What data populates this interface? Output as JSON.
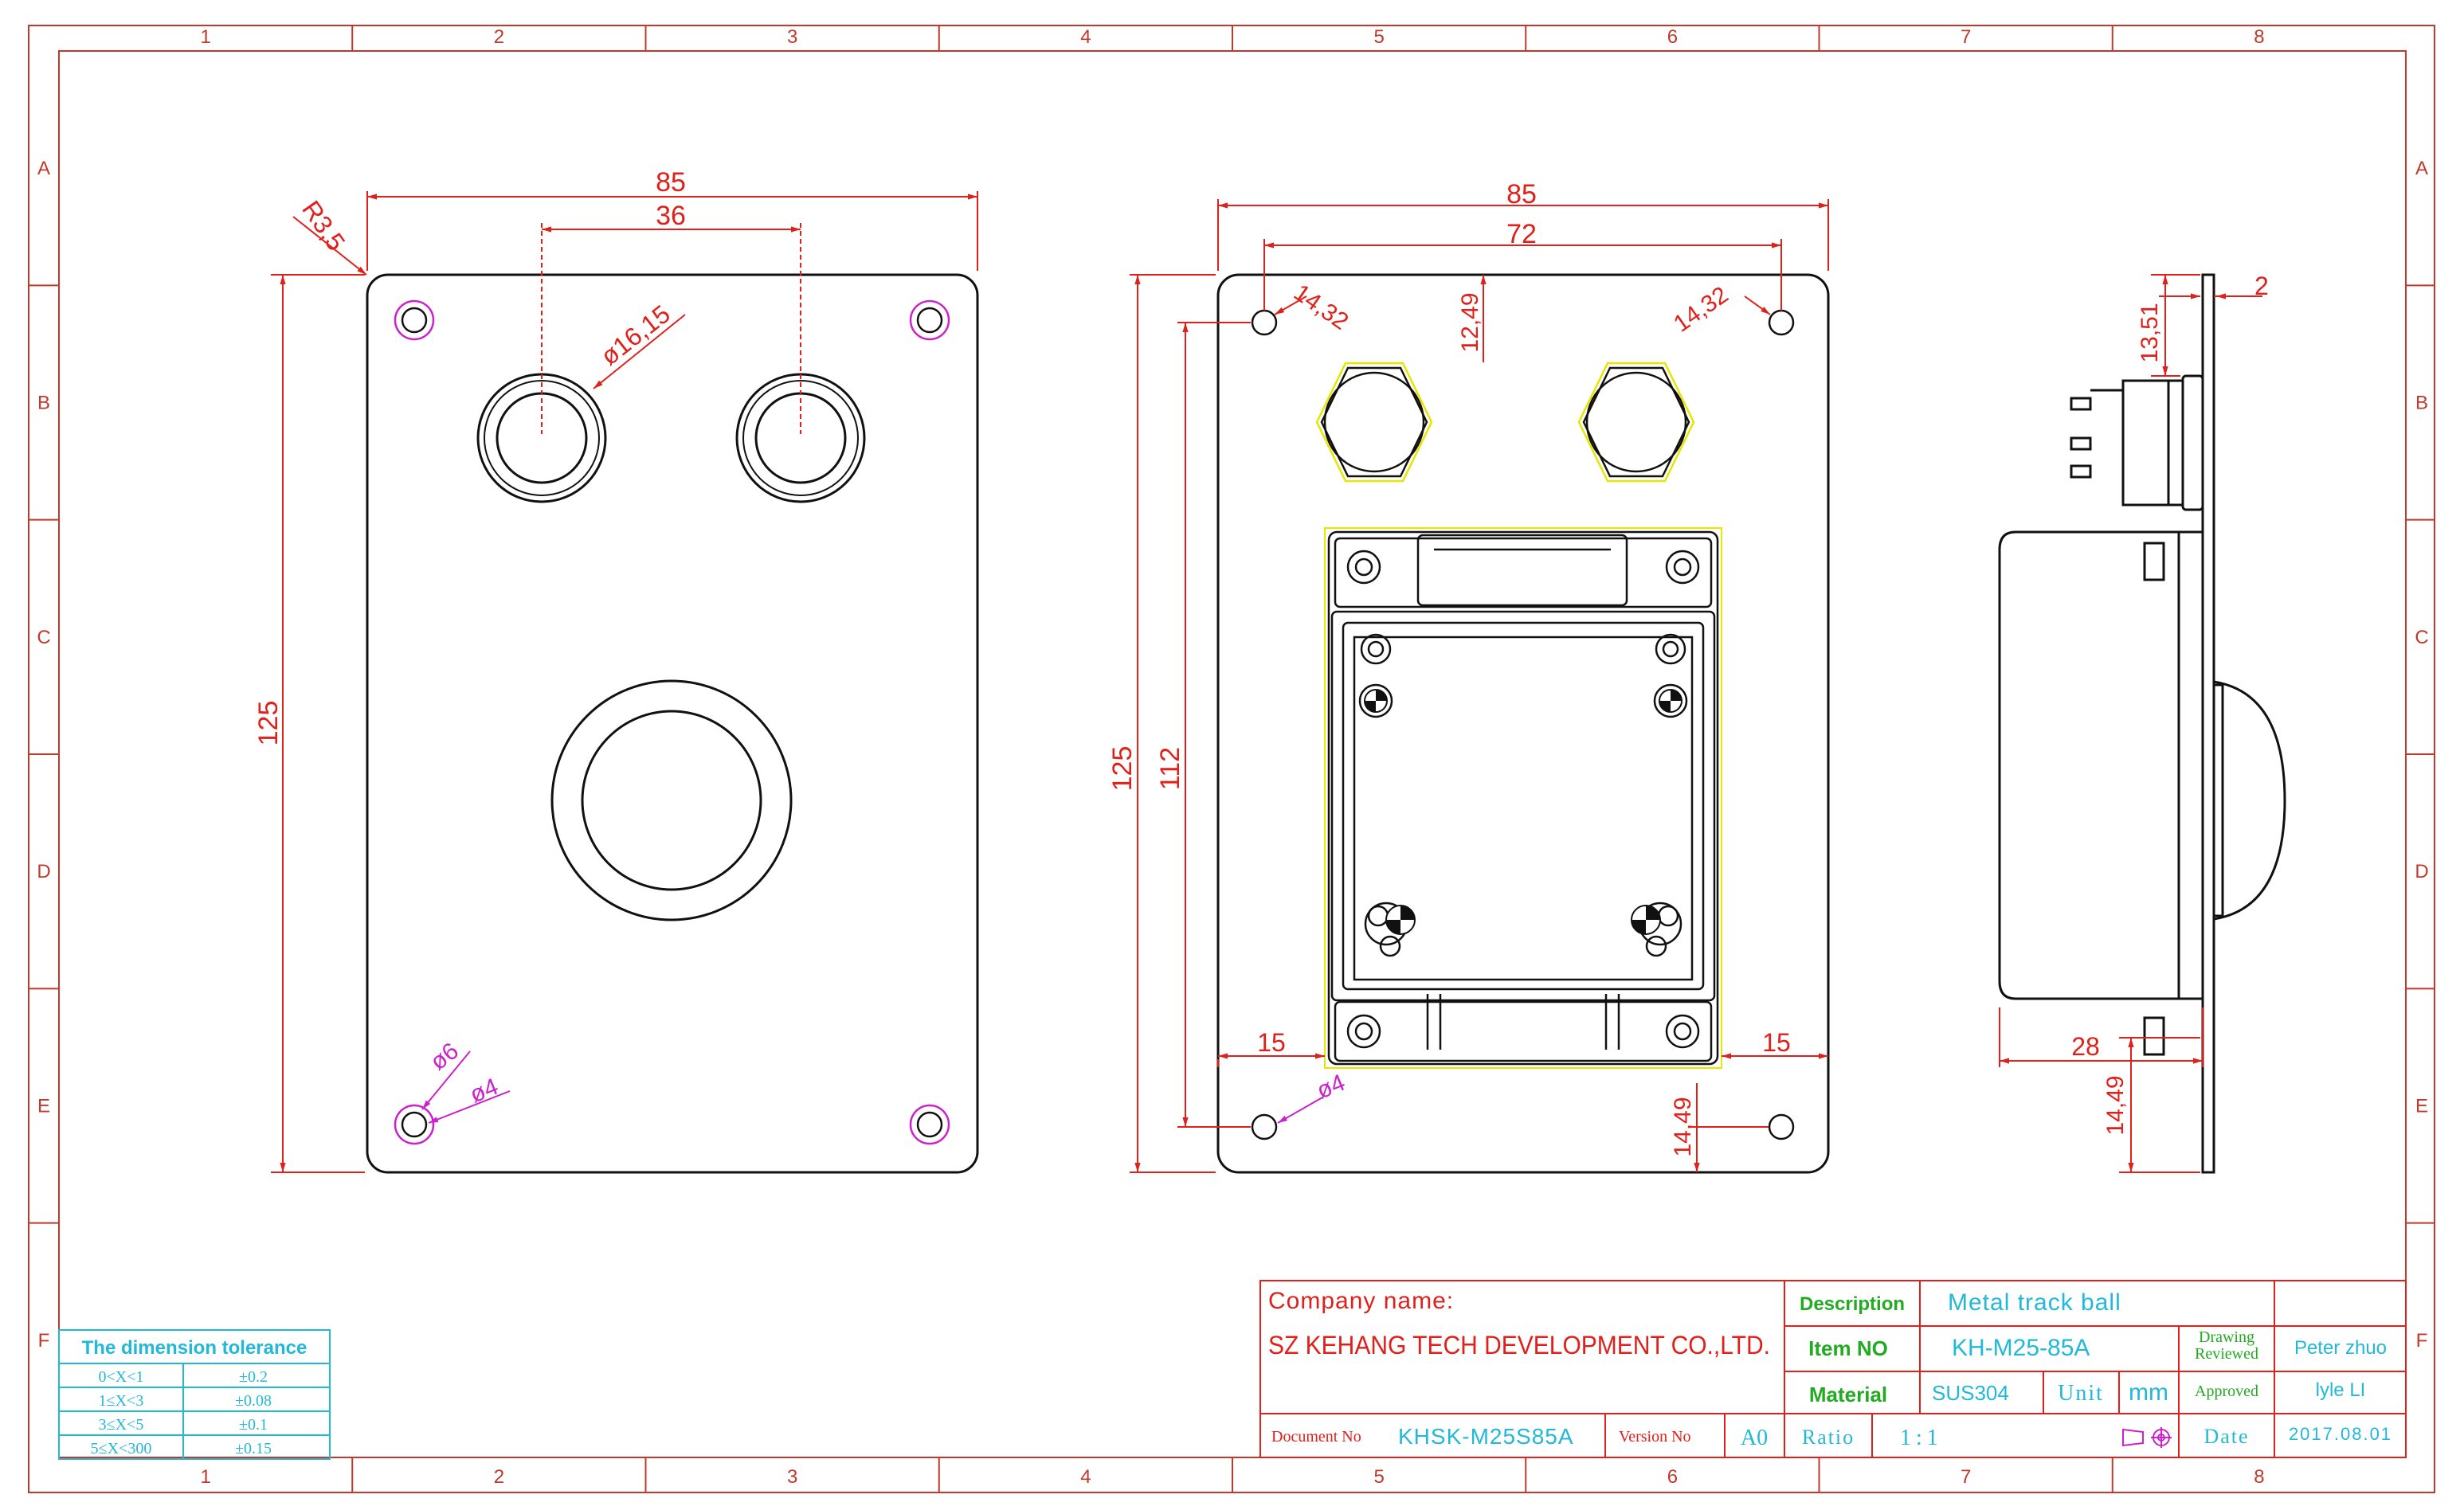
{
  "colors": {
    "frame": "#c0392b",
    "dim": "#e0201a",
    "outline": "#111111",
    "magenta": "#cc22cc",
    "cyan": "#22b8d8",
    "green": "#22aa22",
    "yellow": "#e6e600"
  },
  "frame": {
    "cols": [
      "1",
      "2",
      "3",
      "4",
      "5",
      "6",
      "7",
      "8"
    ],
    "rows": [
      "A",
      "B",
      "C",
      "D",
      "E",
      "F"
    ]
  },
  "front_view": {
    "width": "85",
    "hole_spacing": "36",
    "corner_radius": "R3,5",
    "button_dia": "ø16,15",
    "height": "125",
    "hole_outer": "ø6",
    "hole_inner": "ø4"
  },
  "back_view": {
    "width": "85",
    "hole_spacing": "72",
    "nut_offset_left": "14,32",
    "nut_offset_right": "14,32",
    "top_offset": "12,49",
    "height": "125",
    "hole_spacing_v": "112",
    "margin_left": "15",
    "margin_right": "15",
    "bottom_offset": "14,49",
    "hole_dia": "ø4"
  },
  "side_view": {
    "plate_thickness": "2",
    "top_offset": "13,51",
    "depth": "28",
    "bottom_offset": "14,49"
  },
  "tolerance": {
    "title": "The dimension tolerance",
    "rows": [
      {
        "range": "0<X<1",
        "tol": "±0.2"
      },
      {
        "range": "1≤X<3",
        "tol": "±0.08"
      },
      {
        "range": "3≤X<5",
        "tol": "±0.1"
      },
      {
        "range": "5≤X<300",
        "tol": "±0.15"
      }
    ]
  },
  "title_block": {
    "company_label": "Company name:",
    "company_name": "SZ KEHANG TECH DEVELOPMENT CO.,LTD.",
    "description_label": "Description",
    "description_value": "Metal track ball",
    "item_label": "Item NO",
    "item_value": "KH-M25-85A",
    "drawing_label": "Drawing",
    "reviewed_label": "Reviewed",
    "drawn_by": "Peter zhuo",
    "material_label": "Material",
    "material_value": "SUS304",
    "unit_label": "Unit",
    "unit_value": "mm",
    "approved_label": "Approved",
    "approved_by": "lyle LI",
    "document_label": "Document No",
    "document_value": "KHSK-M25S85A",
    "version_label": "Version No",
    "version_value": "A0",
    "ratio_label": "Ratio",
    "ratio_value": "1:1",
    "date_label": "Date",
    "date_value": "2017.08.01"
  }
}
